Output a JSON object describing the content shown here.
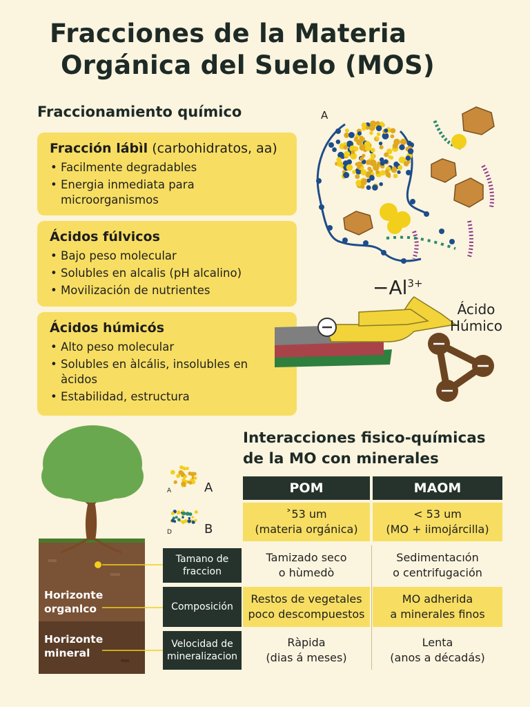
{
  "title": {
    "line1": "Fracciones de la Materia",
    "line2": "Orgánica del Suelo (MOS)"
  },
  "chemical": {
    "heading": "Fraccionamiento químico",
    "cards": [
      {
        "title": "Fracción lábìl",
        "subtitle": " (carbohidratos, aa)",
        "items": [
          "Facilmente degradables",
          "Energia inmediata para microorganismos"
        ]
      },
      {
        "title": "Ácidos fúlvicos",
        "items": [
          "Bajo peso molecular",
          "Solubles en alcalis (pH alcalino)",
          "Movilización de nutrientes"
        ]
      },
      {
        "title": "Ácidos húmicós",
        "items": [
          "Alto peso molecular",
          "Solubles en àlcális, insolubles en àcidos",
          "Estabilidad, estructura"
        ]
      }
    ]
  },
  "diagram": {
    "label_a": "A",
    "al_label": "−Al",
    "al_sup": "3+",
    "acid_label_1": "Ácido",
    "acid_label_2": "Húmico"
  },
  "legend": {
    "a_small": "A",
    "a_big": "A",
    "d_small": "D",
    "b_big": "B"
  },
  "soil": {
    "horizon_organic": [
      "Horizonte",
      "organlco"
    ],
    "horizon_mineral": [
      "Horizonte",
      "mineral"
    ]
  },
  "interactions": {
    "heading_1": "Interacciones fisico-químicas",
    "heading_2": "de la MO con minerales",
    "columns": [
      "POM",
      "MAOM"
    ],
    "size_row": {
      "pom": [
        "˃53 um",
        "(materia orgánica)"
      ],
      "maom": [
        "< 53 um",
        "(MO + iimojárcilla)"
      ]
    },
    "rows": [
      {
        "label": [
          "Tamano de",
          "fraccion"
        ],
        "pom": [
          "Tamizado seco",
          "o hùmedò"
        ],
        "maom": [
          "Sedimentacıón",
          "o centrifugación"
        ]
      },
      {
        "label": [
          "Composición"
        ],
        "pom": [
          "Restos de vegetales",
          "poco descompuestos"
        ],
        "maom": [
          "MO adherida",
          "a minerales finos"
        ]
      },
      {
        "label": [
          "Velocidad de",
          "mineralizacion"
        ],
        "pom": [
          "Ràpida",
          "(dias á meses)"
        ],
        "maom": [
          "Lenta",
          "(anos a décadás)"
        ]
      }
    ]
  },
  "colors": {
    "background": "#fbf4df",
    "card": "#f7de62",
    "dark": "#25332c",
    "soil_top": "#7a5236",
    "soil_bottom": "#5b3c27"
  }
}
